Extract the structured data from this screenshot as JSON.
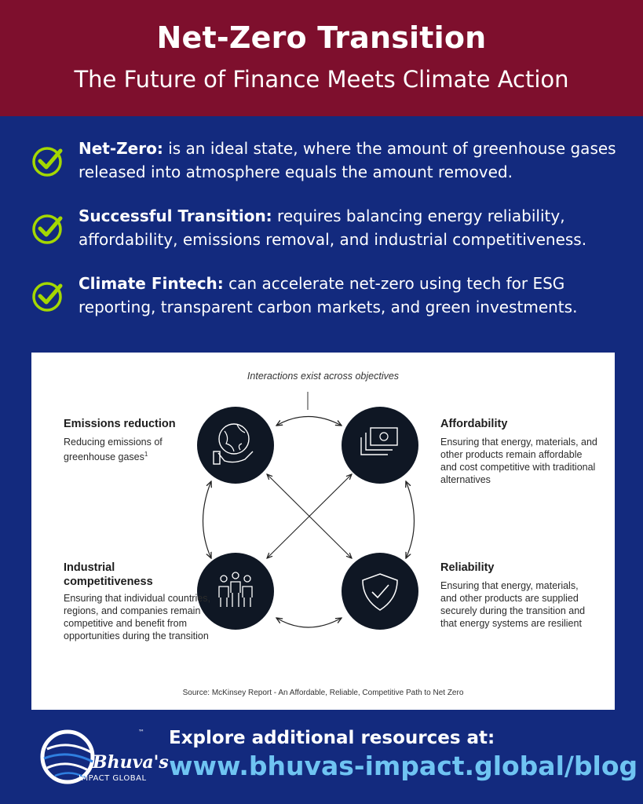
{
  "header": {
    "title": "Net-Zero Transition",
    "subtitle": "The Future of Finance Meets Climate Action"
  },
  "bullets": [
    {
      "term": "Net-Zero:",
      "text": " is an ideal state, where the amount of greenhouse gases released into atmosphere equals the amount removed."
    },
    {
      "term": "Successful Transition:",
      "text": " requires balancing energy reliability, affordability, emissions removal, and industrial competitiveness."
    },
    {
      "term": "Climate Fintech:",
      "text": " can accelerate net-zero using tech for ESG reporting, transparent carbon markets, and green investments."
    }
  ],
  "diagram": {
    "top_note": "Interactions exist across objectives",
    "objectives": [
      {
        "title": "Emissions reduction",
        "description": "Reducing emissions of greenhouse gases",
        "superscript": "1",
        "icon": "globe-hand-icon"
      },
      {
        "title": "Affordability",
        "description": "Ensuring that energy, materials, and other products remain affordable and cost competitive with traditional alternatives",
        "icon": "banknotes-icon"
      },
      {
        "title": "Industrial competitiveness",
        "description": "Ensuring that individual countries, regions, and companies remain competitive and benefit from opportunities during the transition",
        "icon": "people-icon"
      },
      {
        "title": "Reliability",
        "description": "Ensuring that energy, materials, and other products are supplied securely during the transition and that energy systems are resilient",
        "icon": "shield-check-icon"
      }
    ],
    "source": "Source: McKinsey Report - An Affordable, Reliable, Competitive Path to Net Zero"
  },
  "footer": {
    "logo_brand": "Bhuva's",
    "logo_tm": "™",
    "logo_sub": "IMPACT GLOBAL",
    "explore": "Explore additional resources at:",
    "url": "www.bhuvas-impact.global/blog"
  },
  "colors": {
    "header_bg": "#7e0f2d",
    "body_bg": "#132a7e",
    "check": "#a4d800",
    "url": "#6fc4f2",
    "circle": "#0f1724"
  }
}
